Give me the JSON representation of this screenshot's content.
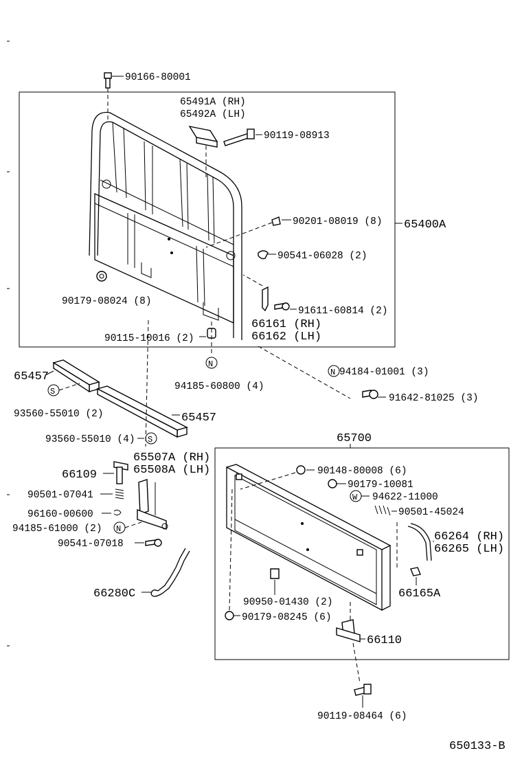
{
  "labels": {
    "p90166": "90166-80001",
    "p65491": "65491A (RH)",
    "p65492": "65492A (LH)",
    "p90119a": "90119-08913",
    "p90201": "90201-08019 (8)",
    "p65400": "65400A",
    "p90541a": "90541-06028 (2)",
    "p90179a": "90179-08024 (8)",
    "p91611": "91611-60814 (2)",
    "p66161": "66161 (RH)",
    "p66162": "66162 (LH)",
    "p90115": "90115-10016 (2)",
    "p94185a": "94185-60800 (4)",
    "p94184": "94184-01001 (3)",
    "p91642": "91642-81025 (3)",
    "p65457a": "65457",
    "p93560a": "93560-55010 (2)",
    "p65457b": "65457",
    "p93560b": "93560-55010 (4)",
    "p65700": "65700",
    "p66109": "66109",
    "p65507": "65507A (RH)",
    "p65508": "65508A (LH)",
    "p90501a": "90501-07041",
    "p96160": "96160-00600",
    "p94185b": "94185-61000 (2)",
    "p90541b": "90541-07018",
    "p66280": "66280C",
    "p90148": "90148-80008 (6)",
    "p90179b": "90179-10081",
    "p94622": "94622-11000",
    "p90501b": "90501-45024",
    "p66264": "66264 (RH)",
    "p66265": "66265 (LH)",
    "p66165": "66165A",
    "p90950": "90950-01430 (2)",
    "p90179c": "90179-08245 (6)",
    "p66110": "66110",
    "p90119b": "90119-08464 (6)",
    "ref": "650133-B"
  },
  "symbols": {
    "n": "N",
    "s": "S",
    "w": "W"
  }
}
